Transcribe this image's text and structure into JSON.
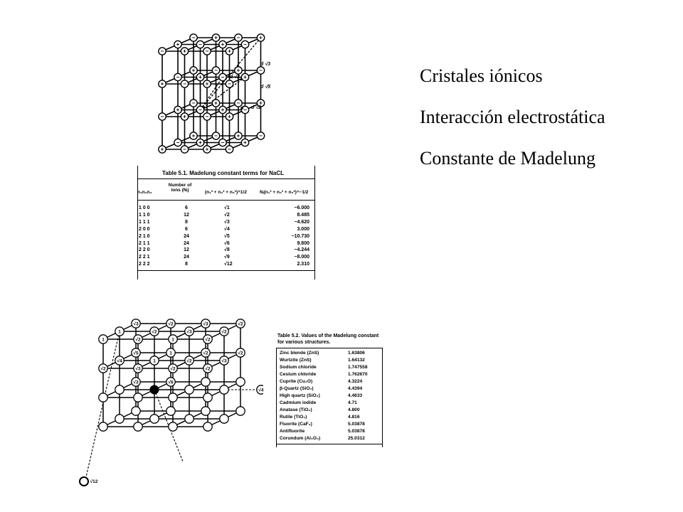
{
  "bullets": [
    "Cristales iónicos",
    "Interacción electrostática",
    "Constante de Madelung"
  ],
  "table1": {
    "caption": "Table 5.1.  Madelung constant terms for NaCL",
    "headers": {
      "n": "n₁n₂n₃",
      "ni": "Number of ions (Nᵢ)",
      "sq": "(n₁² + n₂² + n₃²)^1/2",
      "term": "Nᵢ(n₁² + n₂² + n₃²)^−1/2"
    },
    "rows": [
      {
        "n": "1 0 0",
        "ni": "6",
        "sq": "√1",
        "term": "−6.000"
      },
      {
        "n": "1 1 0",
        "ni": "12",
        "sq": "√2",
        "term": "8.485"
      },
      {
        "n": "1 1 1",
        "ni": "8",
        "sq": "√3",
        "term": "−4.620"
      },
      {
        "n": "2 0 0",
        "ni": "6",
        "sq": "√4",
        "term": "3.000"
      },
      {
        "n": "2 1 0",
        "ni": "24",
        "sq": "√5",
        "term": "−10.730"
      },
      {
        "n": "2 1 1",
        "ni": "24",
        "sq": "√6",
        "term": "9.800"
      },
      {
        "n": "2 2 0",
        "ni": "12",
        "sq": "√8",
        "term": "−4.244"
      },
      {
        "n": "2 2 1",
        "ni": "24",
        "sq": "√9",
        "term": "−8.000"
      },
      {
        "n": "2 2 2",
        "ni": "8",
        "sq": "√12",
        "term": "2.310"
      }
    ]
  },
  "table2": {
    "caption": "Table 5.2.  Values of the Madelung constant for various structures.",
    "rows": [
      {
        "name": "Zinc blende (ZnS)",
        "value": "1.63806"
      },
      {
        "name": "Wurtzite (ZnS)",
        "value": "1.64132"
      },
      {
        "name": "Sodium chloride",
        "value": "1.747558"
      },
      {
        "name": "Cesium chloride",
        "value": "1.762670"
      },
      {
        "name": "Cuprite (Cu₂O)",
        "value": "4.3224"
      },
      {
        "name": "β-Quartz (SiO₂)",
        "value": "4.4394"
      },
      {
        "name": "High quartz (SiO₂)",
        "value": "4.4633"
      },
      {
        "name": "Cadmium iodide",
        "value": "4.71"
      },
      {
        "name": "Anatase (TiO₂)",
        "value": "4.800"
      },
      {
        "name": "Rutile (TiO₂)",
        "value": "4.816"
      },
      {
        "name": "Fluorite (CaF₂)",
        "value": "5.03878"
      },
      {
        "name": "Antifluorite",
        "value": "5.03878"
      },
      {
        "name": "Corundum (Al₂O₃)",
        "value": "25.0312"
      }
    ]
  },
  "lattice1": {
    "labels": [
      "d √2",
      "d √3",
      "d √5",
      "d √2",
      "d"
    ],
    "ion_signs": [
      "+",
      "−"
    ]
  },
  "lattice2": {
    "labels": [
      "√3",
      "√2",
      "√3",
      "√2",
      "1",
      "√2",
      "√3",
      "√2",
      "1",
      "√2",
      "1",
      "√2",
      "√5",
      "1",
      "√2",
      "√2",
      "√4",
      "1",
      "√2",
      "√3",
      "√2",
      "√3",
      "√2",
      "√2",
      "√3",
      "√6"
    ],
    "ray_label": "√4",
    "corner_label": "√12"
  }
}
